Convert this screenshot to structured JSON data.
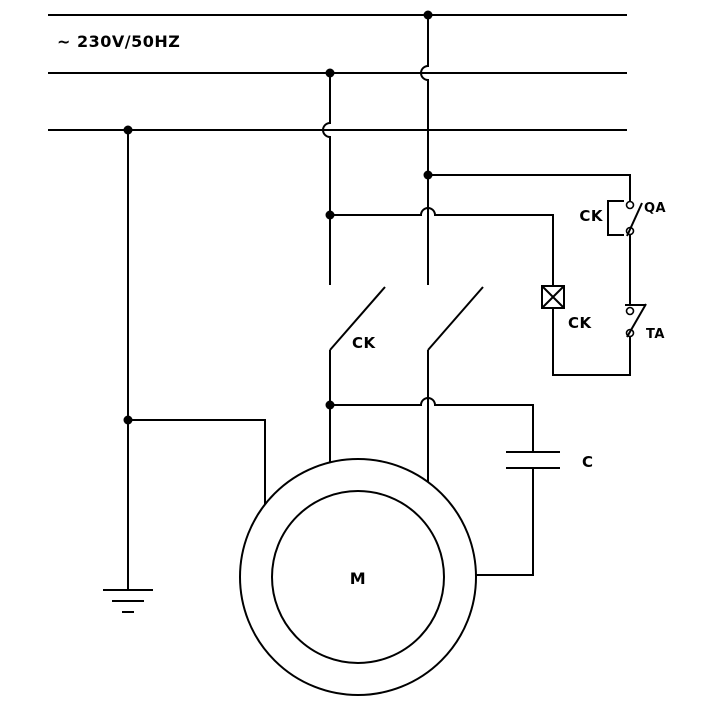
{
  "labels": {
    "supply": "~ 230V/50HZ",
    "main_contacts": "CK",
    "holding_contact": "CK",
    "start_button": "QA",
    "stop_button": "TA",
    "coil": "CK",
    "capacitor": "C",
    "motor": "M"
  }
}
